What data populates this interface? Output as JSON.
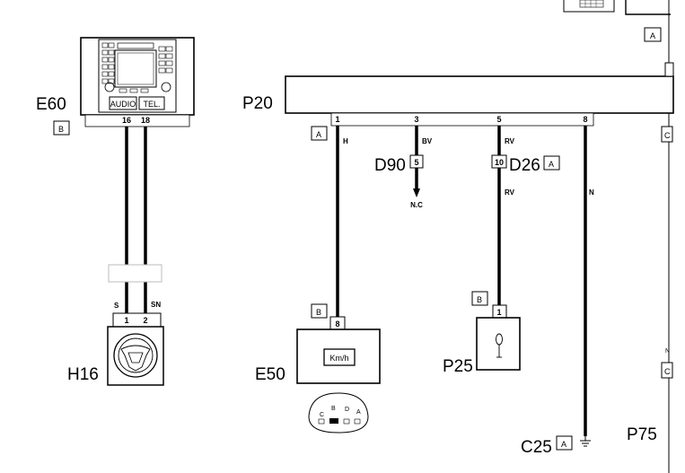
{
  "components": {
    "e60": {
      "code": "E60",
      "tag": "B",
      "audio_btn": "AUDIO",
      "tel_btn": "TEL.",
      "pin1": "16",
      "pin2": "18"
    },
    "h16": {
      "code": "H16",
      "pin1": "1",
      "pin2": "2"
    },
    "p20": {
      "code": "P20",
      "tag": "A",
      "pin_a": "1",
      "pin_b": "3",
      "pin_c": "5",
      "pin_d": "8"
    },
    "d90": {
      "code": "D90",
      "pin": "5",
      "nc": "N.C"
    },
    "d26": {
      "code": "D26",
      "pin": "10",
      "tag": "A"
    },
    "e50": {
      "code": "E50",
      "tag": "B",
      "pin": "8",
      "display": "Km/h"
    },
    "p25": {
      "code": "P25",
      "tag": "B",
      "pin": "1"
    },
    "c25": {
      "code": "C25",
      "tag": "A"
    },
    "p75": {
      "code": "P75"
    },
    "top_tag": "A",
    "edge_tag": "C",
    "edge_tag2": "C",
    "edge_letter": "N"
  },
  "wires": {
    "s": "S",
    "sn": "SN",
    "h": "H",
    "bv": "BV",
    "rv1": "RV",
    "rv2": "RV",
    "n": "N"
  },
  "connector_pins": {
    "c": "C",
    "b": "B",
    "d": "D",
    "a": "A"
  }
}
